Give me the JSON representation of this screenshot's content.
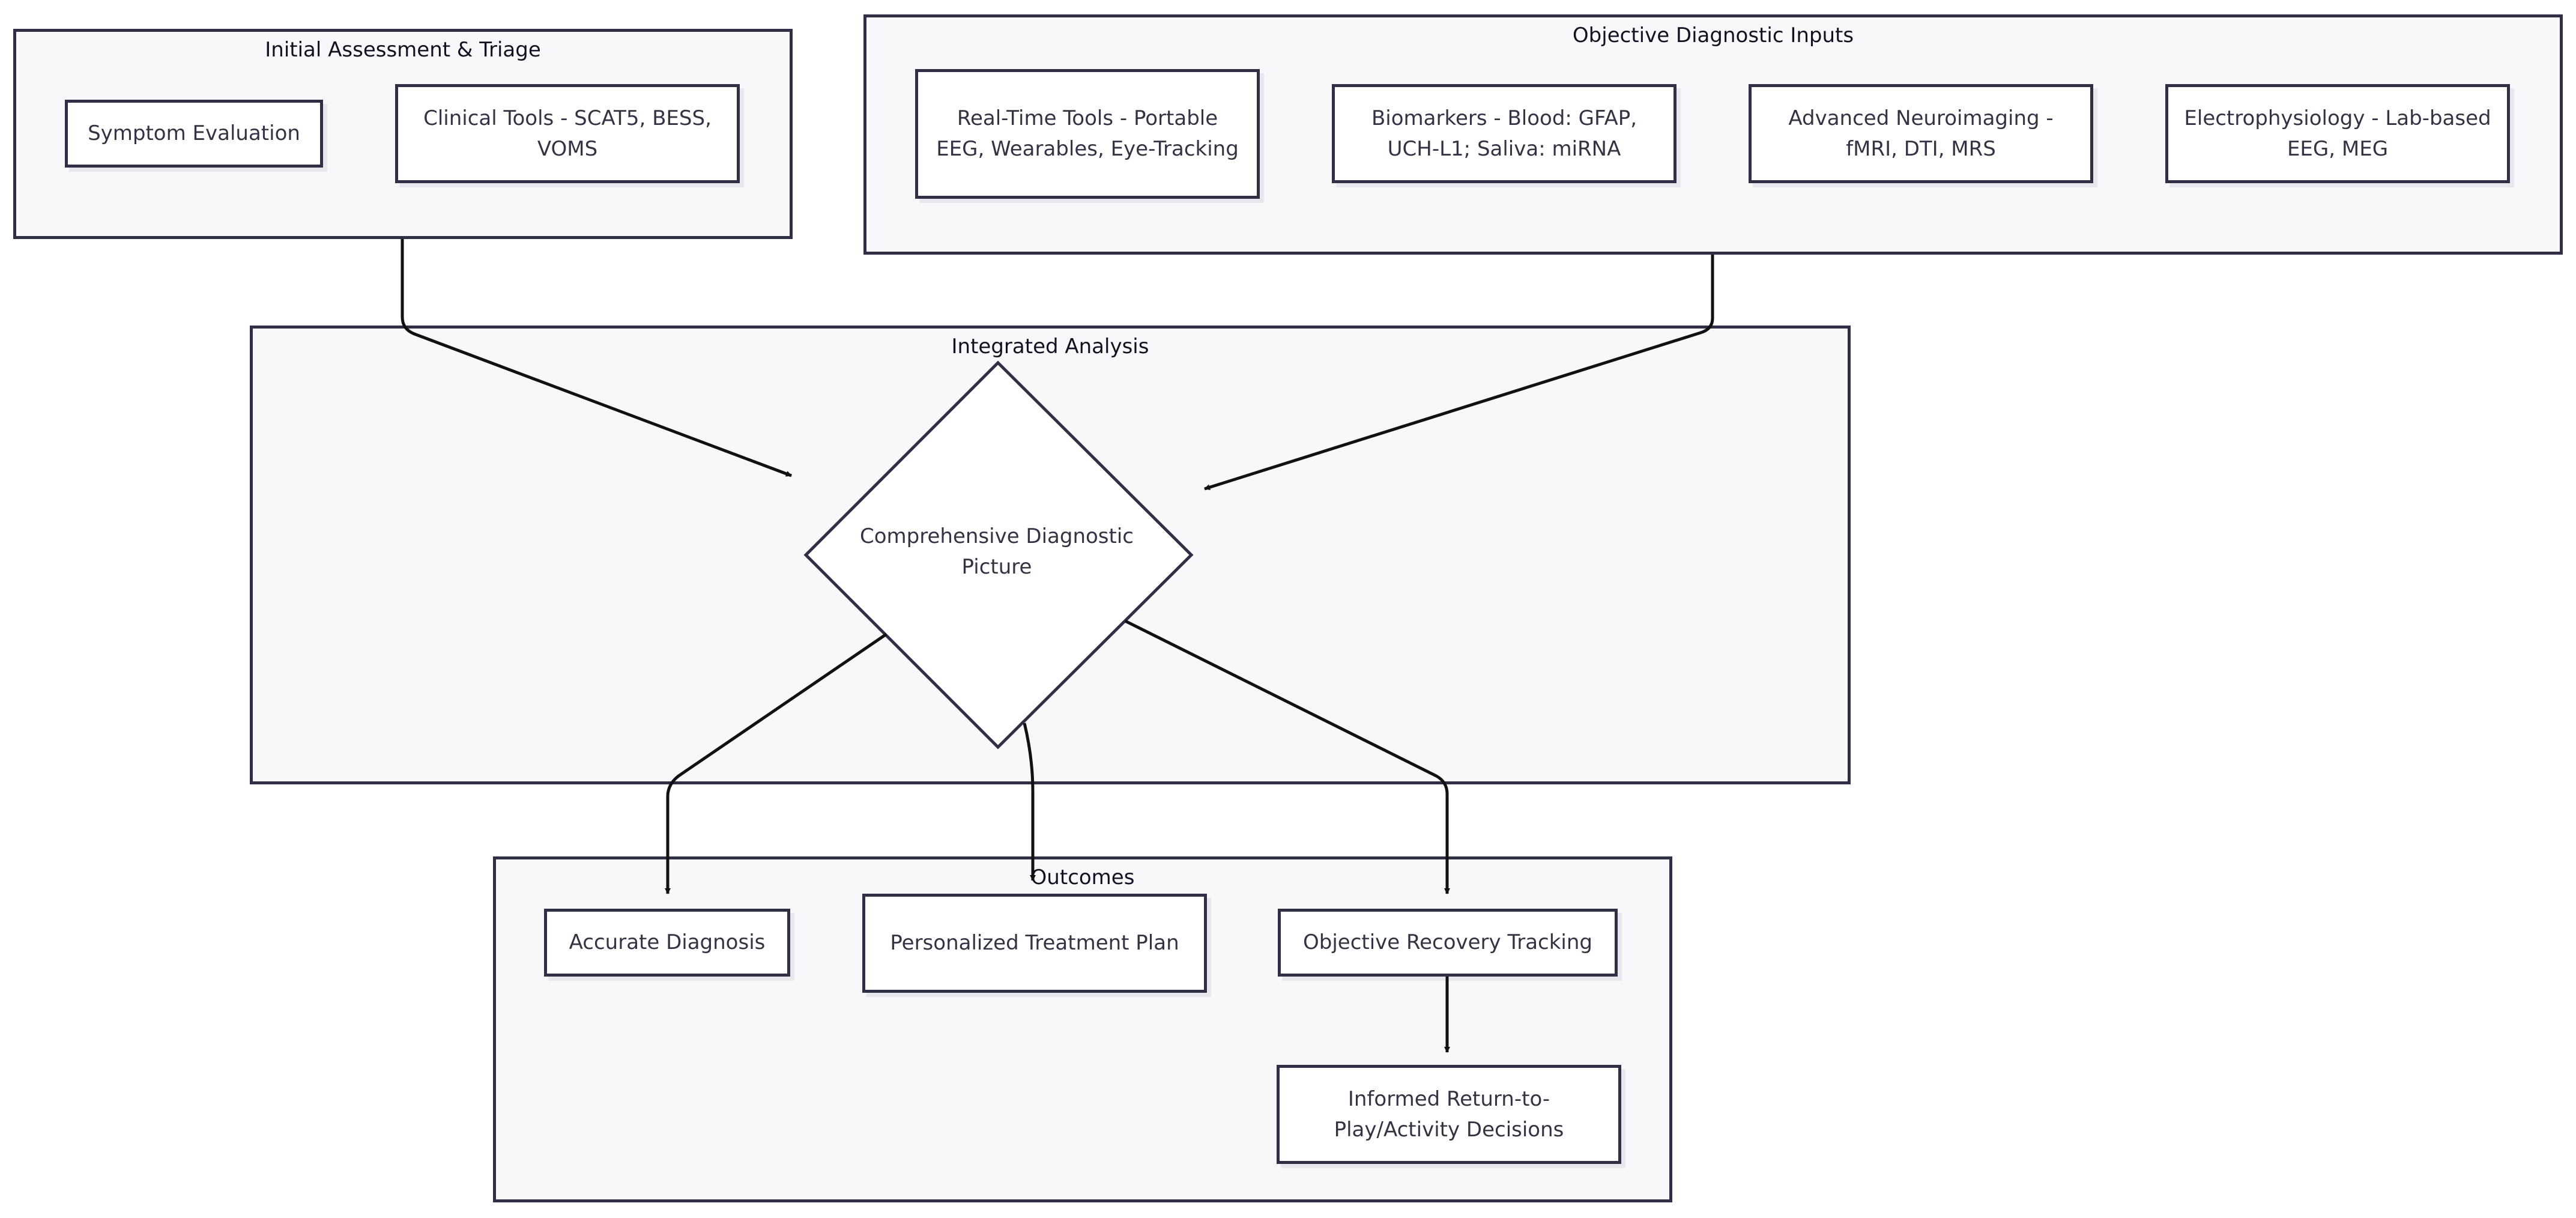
{
  "clusters": {
    "initial": {
      "title": "Initial Assessment & Triage"
    },
    "objective": {
      "title": "Objective Diagnostic Inputs"
    },
    "integrated": {
      "title": "Integrated Analysis"
    },
    "outcomes": {
      "title": "Outcomes"
    }
  },
  "nodes": {
    "symptom_evaluation": "Symptom Evaluation",
    "clinical_tools": "Clinical Tools - SCAT5, BESS, VOMS",
    "real_time_tools": "Real-Time Tools - Portable EEG, Wearables, Eye-Tracking",
    "biomarkers": "Biomarkers - Blood: GFAP, UCH-L1; Saliva: miRNA",
    "neuroimaging": "Advanced Neuroimaging - fMRI, DTI, MRS",
    "electrophysiology": "Electrophysiology - Lab-based EEG, MEG",
    "comprehensive_picture": "Comprehensive Diagnostic Picture",
    "accurate_diagnosis": "Accurate Diagnosis",
    "treatment_plan": "Personalized Treatment Plan",
    "recovery_tracking": "Objective Recovery Tracking",
    "return_to_play": "Informed Return-to-Play/Activity Decisions"
  },
  "colors": {
    "cluster_fill": "#f8f8fa",
    "node_fill": "#ffffff",
    "stroke": "#2f2f45",
    "edge": "#111111"
  }
}
